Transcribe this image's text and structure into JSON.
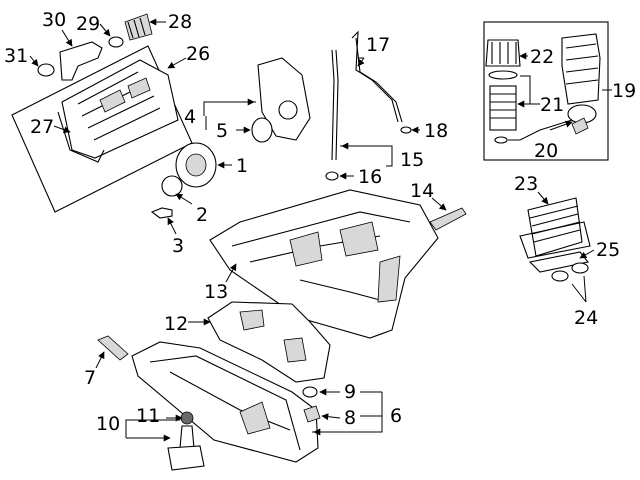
{
  "callouts": {
    "c1": "1",
    "c2": "2",
    "c3": "3",
    "c4": "4",
    "c5": "5",
    "c6": "6",
    "c7": "7",
    "c8": "8",
    "c9": "9",
    "c10": "10",
    "c11": "11",
    "c12": "12",
    "c13": "13",
    "c14": "14",
    "c15": "15",
    "c16": "16",
    "c17": "17",
    "c18": "18",
    "c19": "19",
    "c20": "20",
    "c21": "21",
    "c22": "22",
    "c23": "23",
    "c24": "24",
    "c25": "25",
    "c26": "26",
    "c27": "27",
    "c28": "28",
    "c29": "29",
    "c30": "30",
    "c31": "31"
  },
  "colors": {
    "line": "#000000",
    "background": "#ffffff",
    "fill_light": "#d8d8d8",
    "fill_dark": "#6a6a6a"
  }
}
